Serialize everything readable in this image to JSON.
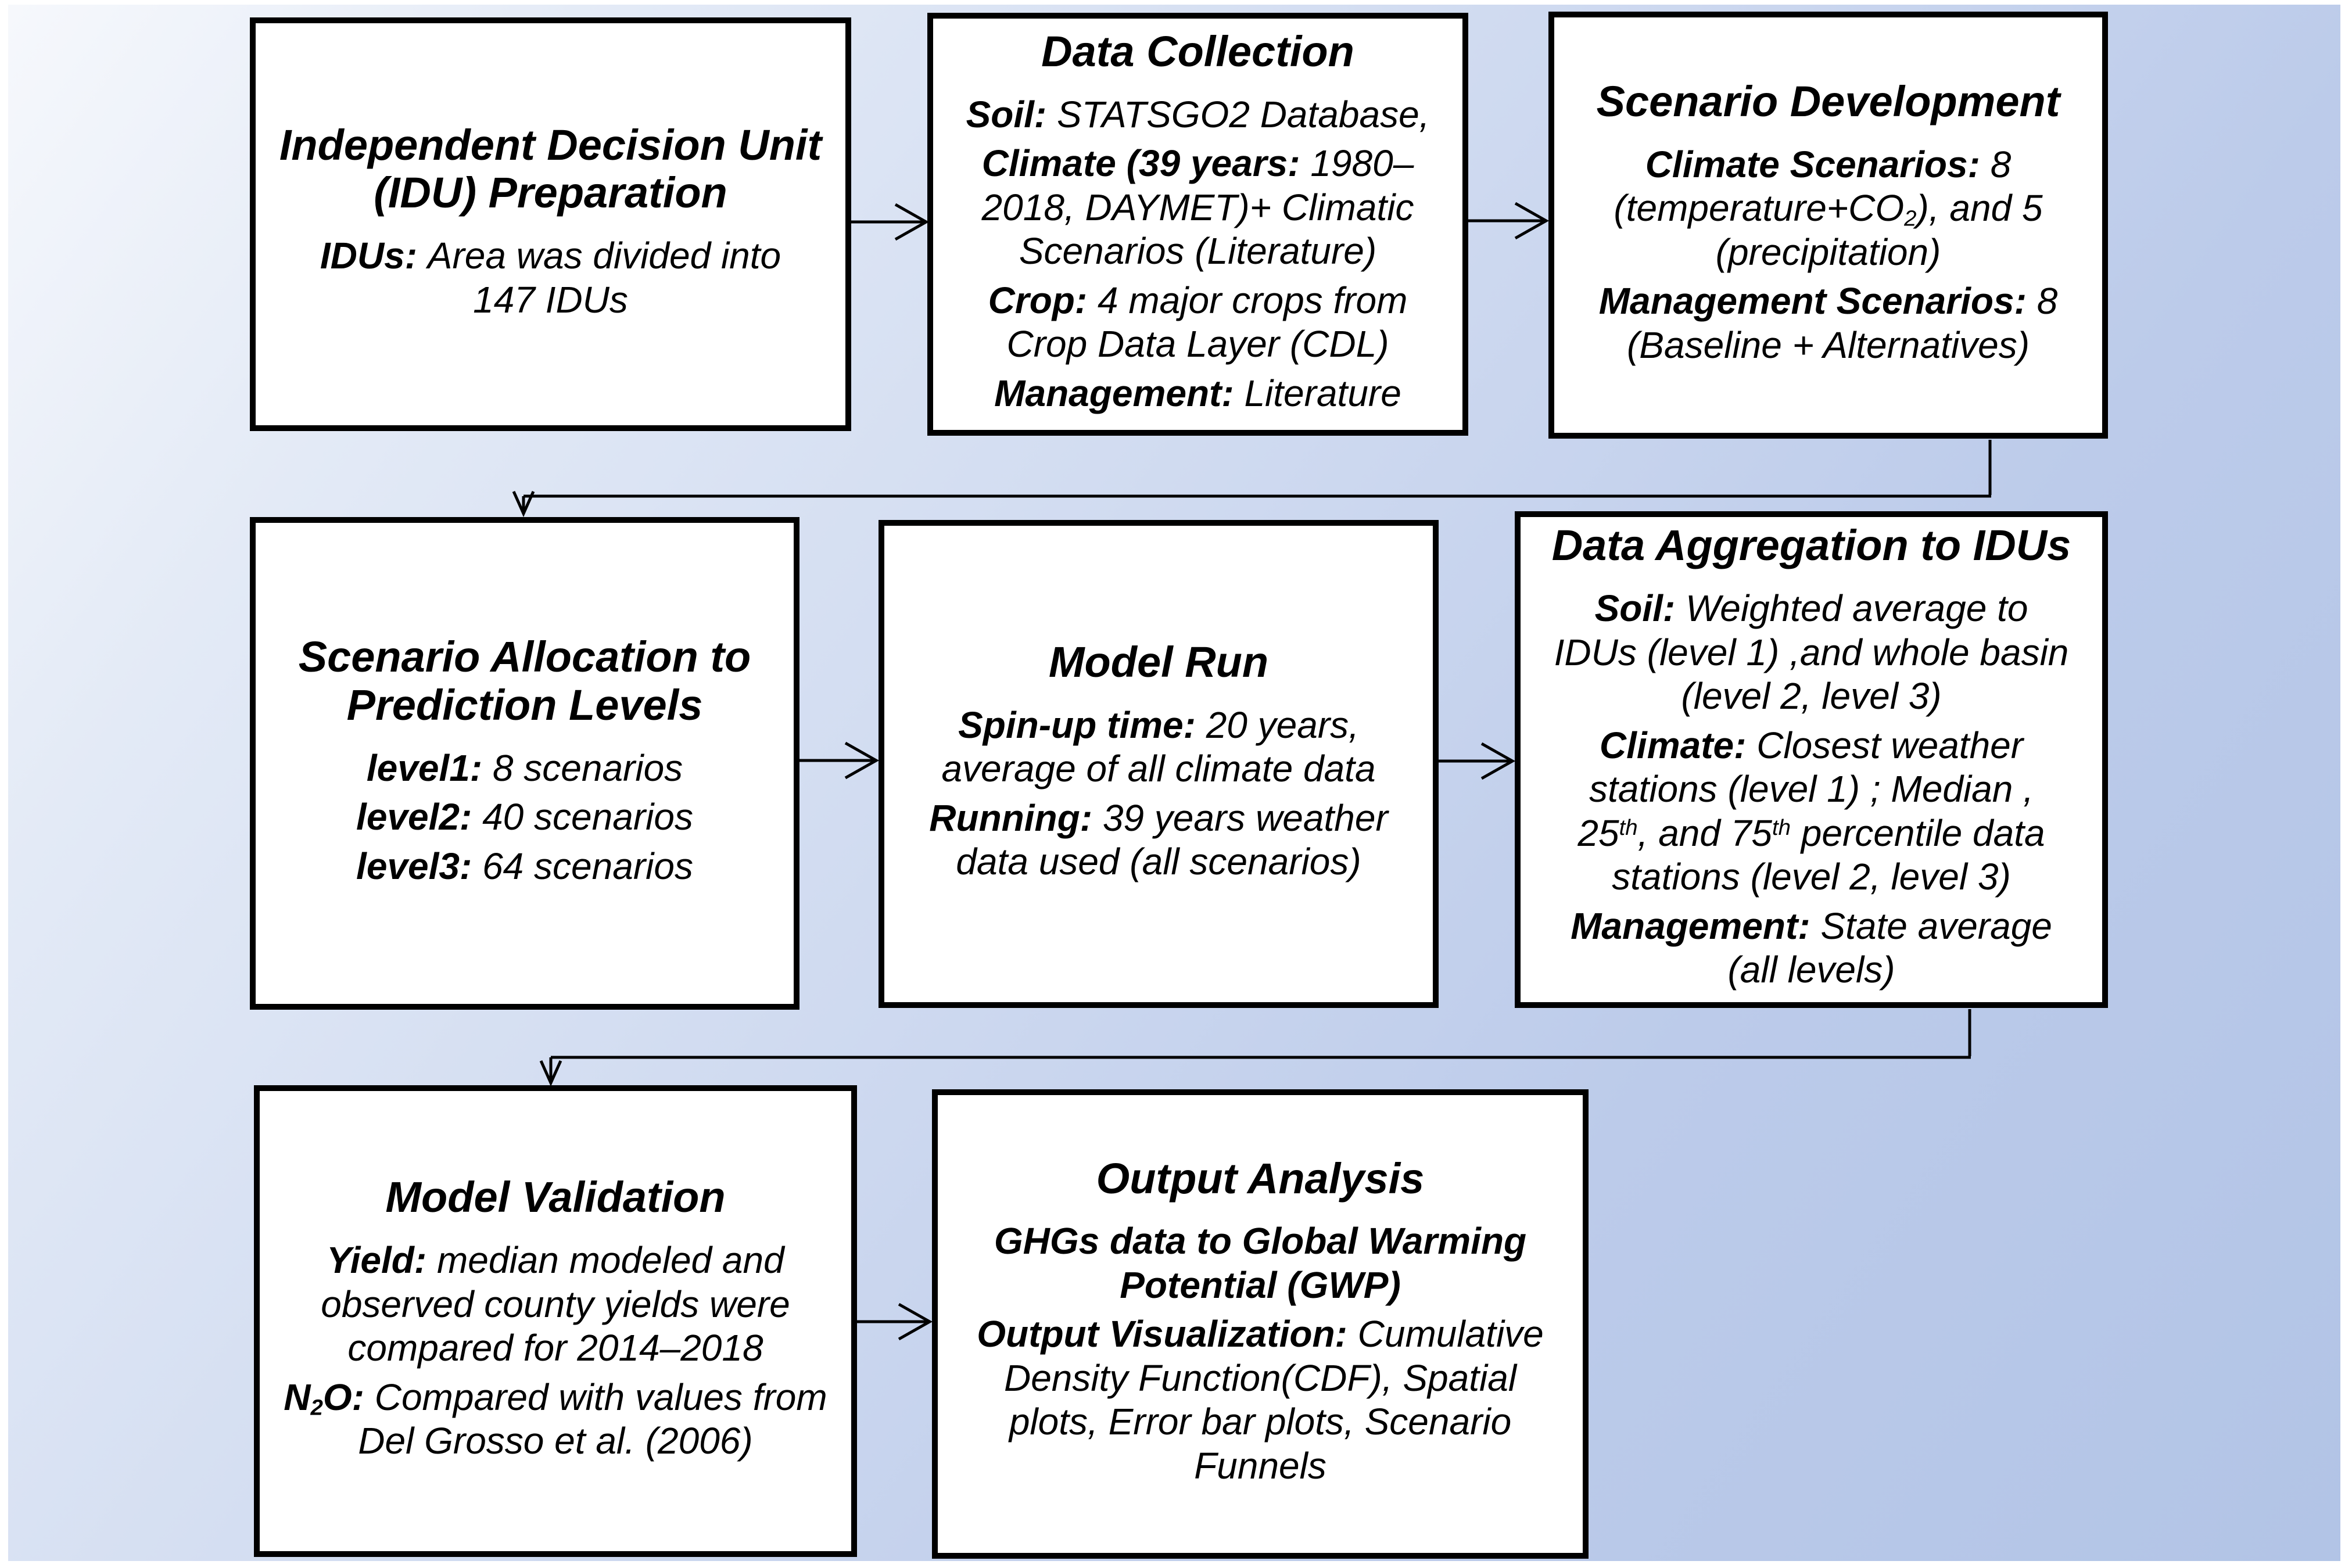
{
  "palette": {
    "box_background": "#ffffff",
    "box_border": "#000000",
    "line_color": "#000000",
    "background_gradient_light": "#f6f8fc",
    "background_gradient_mid": "#cfdaf0",
    "background_gradient_deep": "#b2c4e6"
  },
  "boxes": [
    {
      "id": "idu-preparation",
      "title": "Independent Decision Unit\n(IDU) Preparation",
      "paragraphs": [
        [
          {
            "t": "IDUs: ",
            "b": true
          },
          {
            "t": "Area was divided into\n147 IDUs"
          }
        ]
      ]
    },
    {
      "id": "data-collection",
      "title": "Data Collection",
      "paragraphs": [
        [
          {
            "t": "Soil: ",
            "b": true
          },
          {
            "t": "STATSGO2 Database,"
          }
        ],
        [
          {
            "t": "Climate (39 years: ",
            "b": true
          },
          {
            "t": "1980–\n2018, DAYMET)+ Climatic\nScenarios (Literature)"
          }
        ],
        [
          {
            "t": "Crop: ",
            "b": true
          },
          {
            "t": "4 major crops from\nCrop Data Layer (CDL)"
          }
        ],
        [
          {
            "t": "Management: ",
            "b": true
          },
          {
            "t": "Literature"
          }
        ]
      ]
    },
    {
      "id": "scenario-development",
      "title": "Scenario Development",
      "paragraphs": [
        [
          {
            "t": "Climate Scenarios: ",
            "b": true
          },
          {
            "t": "8\n(temperature+CO"
          },
          {
            "t": "2",
            "sub": true
          },
          {
            "t": "), and 5\n(precipitation)"
          }
        ],
        [
          {
            "t": "Management Scenarios: ",
            "b": true
          },
          {
            "t": "8\n(Baseline + Alternatives)"
          }
        ]
      ]
    },
    {
      "id": "scenario-allocation",
      "title": "Scenario Allocation to\nPrediction Levels",
      "paragraphs": [
        [
          {
            "t": "level1: ",
            "b": true
          },
          {
            "t": "8 scenarios"
          }
        ],
        [
          {
            "t": "level2: ",
            "b": true
          },
          {
            "t": "40 scenarios"
          }
        ],
        [
          {
            "t": "level3: ",
            "b": true
          },
          {
            "t": "64 scenarios"
          }
        ]
      ]
    },
    {
      "id": "model-run",
      "title": "Model Run",
      "paragraphs": [
        [
          {
            "t": "Spin-up time: ",
            "b": true
          },
          {
            "t": "20 years,\naverage of all climate data"
          }
        ],
        [
          {
            "t": "Running: ",
            "b": true
          },
          {
            "t": "39 years weather\ndata used (all scenarios)"
          }
        ]
      ]
    },
    {
      "id": "data-aggregation",
      "title": "Data Aggregation to IDUs",
      "paragraphs": [
        [
          {
            "t": "Soil: ",
            "b": true
          },
          {
            "t": "Weighted average to\nIDUs (level 1) ,and whole basin\n(level 2, level 3)"
          }
        ],
        [
          {
            "t": "Climate: ",
            "b": true
          },
          {
            "t": "Closest weather\nstations (level 1) ; Median ,\n25"
          },
          {
            "t": "th",
            "sup": true
          },
          {
            "t": ", and 75"
          },
          {
            "t": "th",
            "sup": true
          },
          {
            "t": " percentile data\nstations (level 2, level 3)"
          }
        ],
        [
          {
            "t": "Management: ",
            "b": true
          },
          {
            "t": "State average\n(all levels)"
          }
        ]
      ]
    },
    {
      "id": "model-validation",
      "title": "Model Validation",
      "paragraphs": [
        [
          {
            "t": "Yield: ",
            "b": true
          },
          {
            "t": "median modeled and\nobserved county yields were\ncompared for 2014–2018"
          }
        ],
        [
          {
            "t": "N",
            "b": true
          },
          {
            "t": "2",
            "b": true,
            "sub": true
          },
          {
            "t": "O: ",
            "b": true
          },
          {
            "t": "Compared with values from\nDel Grosso et al. (2006)"
          }
        ]
      ]
    },
    {
      "id": "output-analysis",
      "title": "Output Analysis",
      "paragraphs": [
        [
          {
            "t": "GHGs data to Global Warming\nPotential (GWP)",
            "b": true
          }
        ],
        [
          {
            "t": "Output Visualization: ",
            "b": true
          },
          {
            "t": "Cumulative\nDensity Function(CDF), Spatial\nplots, Error bar plots, Scenario\nFunnels"
          }
        ]
      ]
    }
  ]
}
